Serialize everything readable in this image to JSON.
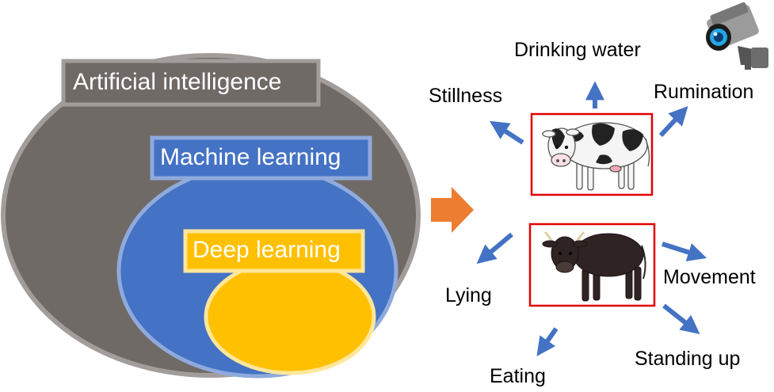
{
  "venn": {
    "outer_label": "Artificial intelligence",
    "middle_label": "Machine learning",
    "inner_label": "Deep learning"
  },
  "behaviors": {
    "drinking": "Drinking water",
    "stillness": "Stillness",
    "rumination": "Rumination",
    "lying": "Lying",
    "movement": "Movement",
    "eating": "Eating",
    "standing": "Standing up"
  },
  "icons": {
    "camera": "security-camera-icon",
    "cow_top": "holstein-cow-illustration",
    "cow_bottom": "black-cow-illustration",
    "pointer": "right-arrow-icon"
  },
  "colors": {
    "ai": "#706a67",
    "ai_border": "#a29d9b",
    "ml": "#4472c4",
    "ml_border": "#8faadc",
    "dl": "#ffc000",
    "dl_border": "#ffe699",
    "arrow": "#4472c4",
    "pointer": "#ed7d31",
    "frame": "#e00000"
  }
}
